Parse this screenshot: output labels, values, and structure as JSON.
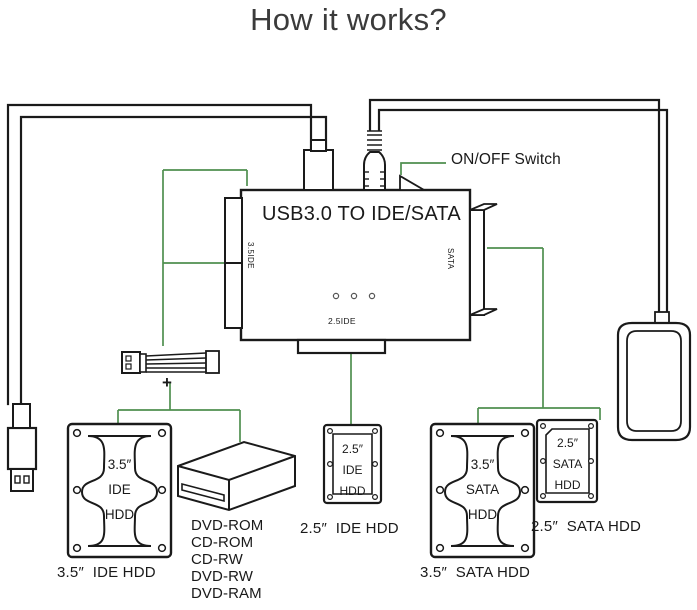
{
  "page": {
    "title": "How it works?",
    "background_color": "#ffffff",
    "line_color": "#1a1a1a",
    "accent_color": "#4f8f4f",
    "text_color": "#231f20"
  },
  "device": {
    "name": "usb3-to-ide-sata-adapter",
    "label": "USB3.0 TO IDE/SATA",
    "port_left_label": "3.5IDE",
    "port_right_label": "SATA",
    "port_bottom_label": "2.5IDE",
    "led_count": 3,
    "top_connectors": [
      {
        "name": "usb-b-port",
        "label": ""
      },
      {
        "name": "dc-power-jack",
        "label": ""
      }
    ]
  },
  "annotations": {
    "onoff_switch": "ON/OFF Switch"
  },
  "power_cable": {
    "name": "molex-power-cable",
    "symbol": "+"
  },
  "devices": [
    {
      "id": "hdd-35-ide",
      "inner_lines": [
        "3.5″",
        "IDE",
        "HDD"
      ],
      "caption": "3.5″  IDE HDD",
      "size": "3.5",
      "interface": "IDE"
    },
    {
      "id": "optical-drive",
      "inner_lines": [],
      "caption": "",
      "list": [
        "DVD-ROM",
        "CD-ROM",
        "CD-RW",
        "DVD-RW",
        "DVD-RAM"
      ]
    },
    {
      "id": "hdd-25-ide",
      "inner_lines": [
        "2.5″",
        "IDE",
        "HDD"
      ],
      "caption": "2.5″  IDE HDD",
      "size": "2.5",
      "interface": "IDE"
    },
    {
      "id": "hdd-35-sata",
      "inner_lines": [
        "3.5″",
        "SATA",
        "HDD"
      ],
      "caption": "3.5″  SATA HDD",
      "size": "3.5",
      "interface": "SATA"
    },
    {
      "id": "hdd-25-sata",
      "inner_lines": [
        "2.5″",
        "SATA",
        "HDD"
      ],
      "caption": "2.5″  SATA HDD",
      "size": "2.5",
      "interface": "SATA"
    }
  ],
  "accessories": [
    {
      "id": "usb-type-a-plug",
      "label": ""
    },
    {
      "id": "power-adapter-brick",
      "label": ""
    }
  ]
}
